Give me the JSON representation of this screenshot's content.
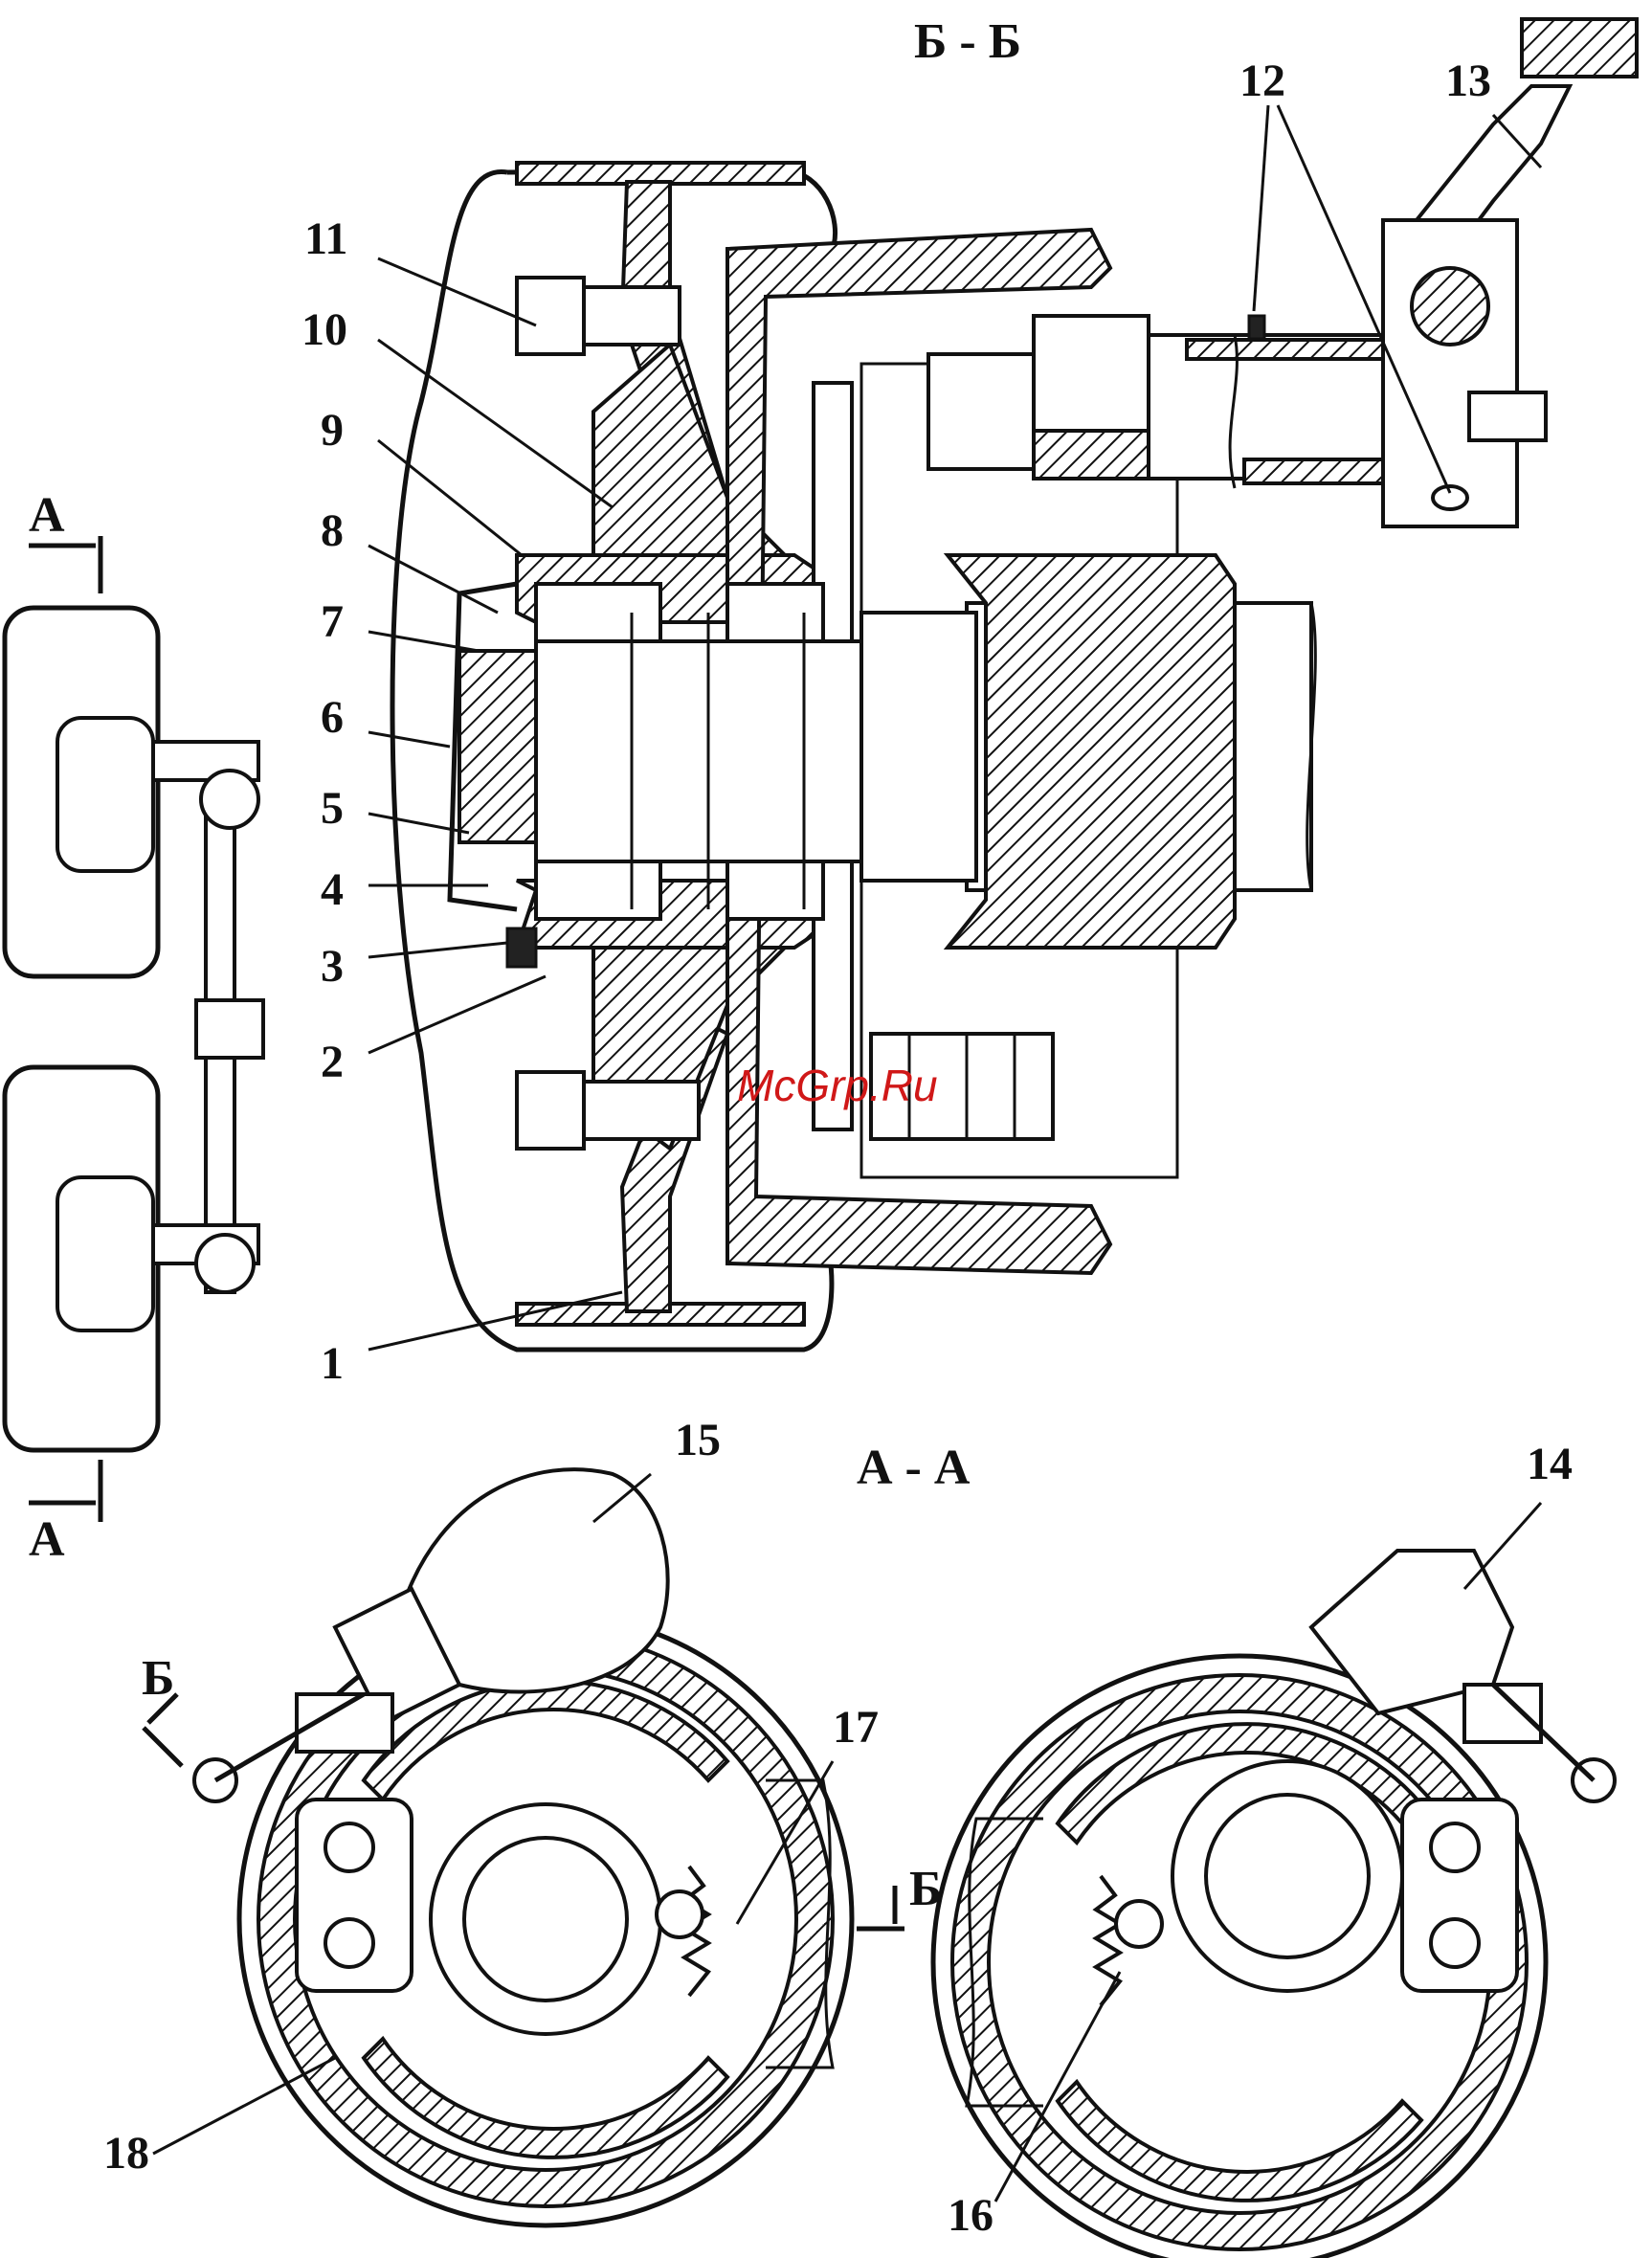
{
  "sections": {
    "bb_top": "Б - Б",
    "aa_middle": "А - А",
    "a_upper": "А",
    "a_lower": "А",
    "b_left": "Б",
    "b_right": "Б"
  },
  "callouts": [
    "1",
    "2",
    "3",
    "4",
    "5",
    "6",
    "7",
    "8",
    "9",
    "10",
    "11",
    "12",
    "13",
    "14",
    "15",
    "16",
    "17",
    "18"
  ],
  "watermark": "McGrp.Ru",
  "colors": {
    "ink": "#111111",
    "watermark": "#d01818"
  }
}
